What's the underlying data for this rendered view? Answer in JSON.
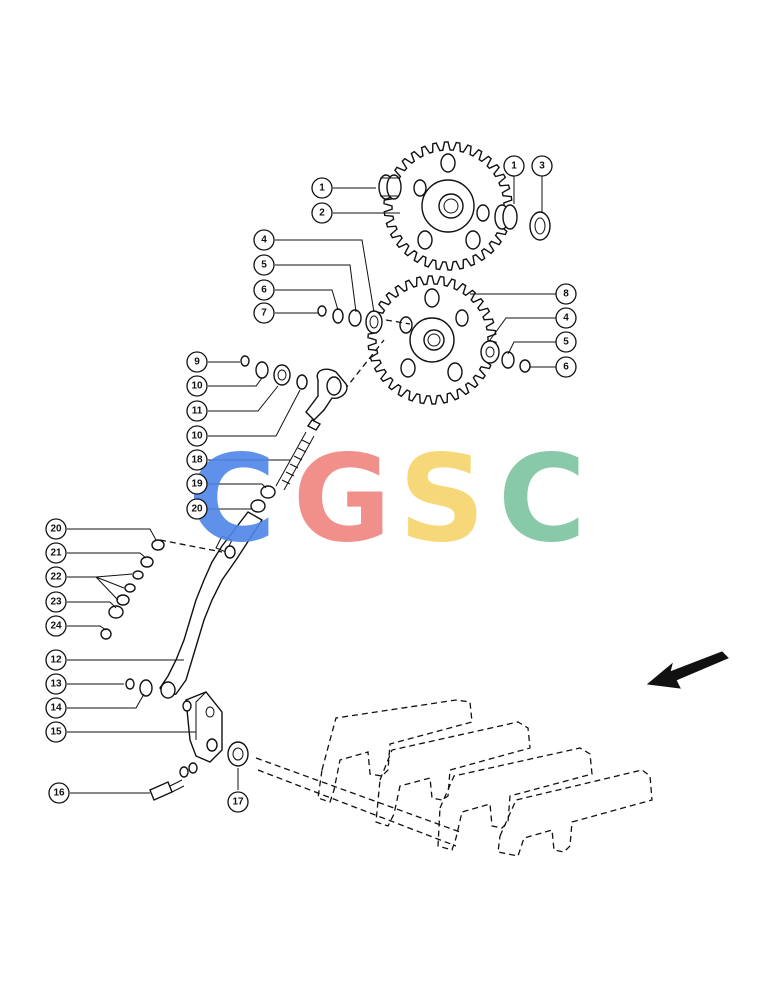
{
  "watermark": {
    "letters": [
      {
        "char": "C",
        "color": "#4f86e8"
      },
      {
        "char": "G",
        "color": "#f0857f"
      },
      {
        "char": "S",
        "color": "#f7d46a"
      },
      {
        "char": "C",
        "color": "#7cc4a0"
      }
    ]
  },
  "callouts": [
    {
      "id": "c1a",
      "label": "1"
    },
    {
      "id": "c2",
      "label": "2"
    },
    {
      "id": "c1b",
      "label": "1"
    },
    {
      "id": "c3",
      "label": "3"
    },
    {
      "id": "c4a",
      "label": "4"
    },
    {
      "id": "c5a",
      "label": "5"
    },
    {
      "id": "c6a",
      "label": "6"
    },
    {
      "id": "c7",
      "label": "7"
    },
    {
      "id": "c8",
      "label": "8"
    },
    {
      "id": "c4b",
      "label": "4"
    },
    {
      "id": "c5b",
      "label": "5"
    },
    {
      "id": "c6b",
      "label": "6"
    },
    {
      "id": "c9",
      "label": "9"
    },
    {
      "id": "c10a",
      "label": "10"
    },
    {
      "id": "c11",
      "label": "11"
    },
    {
      "id": "c10b",
      "label": "10"
    },
    {
      "id": "c18",
      "label": "18"
    },
    {
      "id": "c19",
      "label": "19"
    },
    {
      "id": "c20a",
      "label": "20"
    },
    {
      "id": "c20b",
      "label": "20"
    },
    {
      "id": "c21",
      "label": "21"
    },
    {
      "id": "c22",
      "label": "22"
    },
    {
      "id": "c23",
      "label": "23"
    },
    {
      "id": "c24",
      "label": "24"
    },
    {
      "id": "c12",
      "label": "12"
    },
    {
      "id": "c13",
      "label": "13"
    },
    {
      "id": "c14",
      "label": "14"
    },
    {
      "id": "c15",
      "label": "15"
    },
    {
      "id": "c16",
      "label": "16"
    },
    {
      "id": "c17",
      "label": "17"
    }
  ],
  "colors": {
    "line": "#111111",
    "background": "#ffffff"
  }
}
